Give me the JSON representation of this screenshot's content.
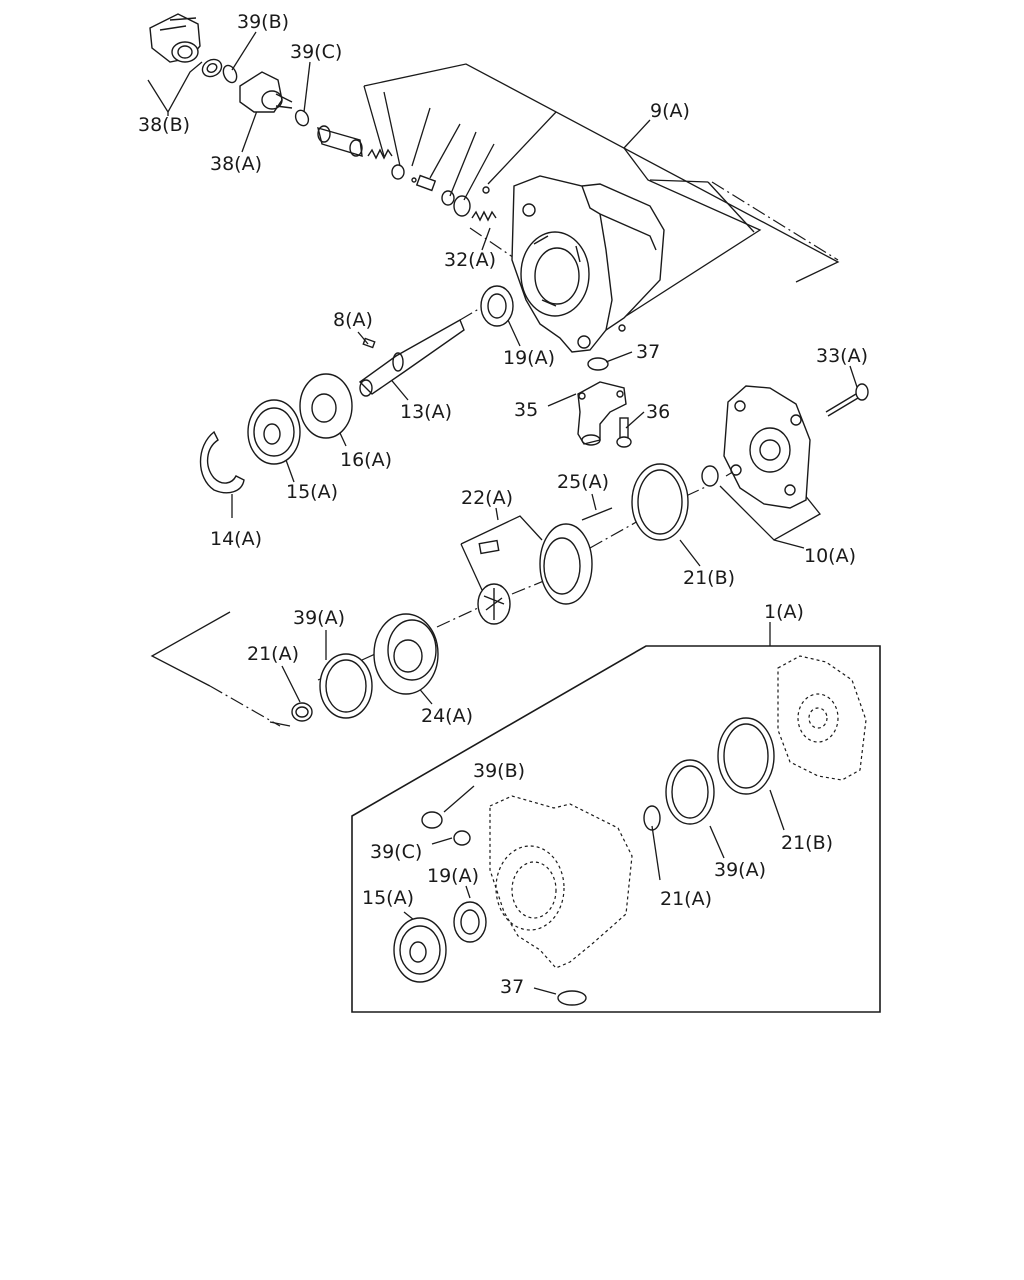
{
  "diagram": {
    "labels": {
      "l38b": "38(B)",
      "l39b": "39(B)",
      "l39c": "39(C)",
      "l38a": "38(A)",
      "l9a": "9(A)",
      "l32a": "32(A)",
      "l8a": "8(A)",
      "l19a": "19(A)",
      "l37": "37",
      "l33a": "33(A)",
      "l13a": "13(A)",
      "l35": "35",
      "l36": "36",
      "l16a": "16(A)",
      "l15a": "15(A)",
      "l14a": "14(A)",
      "l25a": "25(A)",
      "l22a": "22(A)",
      "l10a": "10(A)",
      "l21b": "21(B)",
      "l1a": "1(A)",
      "l39a": "39(A)",
      "l21a": "21(A)",
      "l24a": "24(A)",
      "k39b": "39(B)",
      "k39c": "39(C)",
      "k19a": "19(A)",
      "k15a": "15(A)",
      "k21a": "21(A)",
      "k39a": "39(A)",
      "k21b": "21(B)",
      "k37": "37"
    }
  }
}
